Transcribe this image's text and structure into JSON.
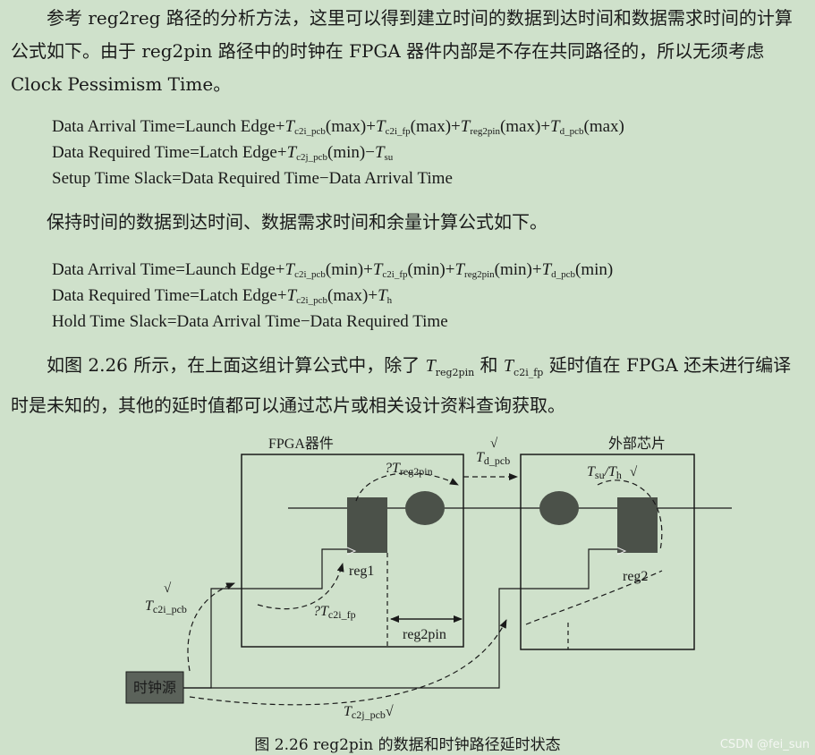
{
  "intro": {
    "p1": "参考 reg2reg 路径的分析方法，这里可以得到建立时间的数据到达时间和数据需求时间的计算公式如下。由于 reg2pin 路径中的时钟在 FPGA 器件内部是不存在共同路径的，所以无须考虑 Clock Pessimism Time。",
    "p2": "保持时间的数据到达时间、数据需求时间和余量计算公式如下。",
    "p3_a": "如图 2.26 所示，在上面这组计算公式中，除了",
    "p3_b": "和",
    "p3_c": "延时值在 FPGA 还未进行编译时是未知的，其他的延时值都可以通过芯片或相关设计资料查询获取。"
  },
  "setup": {
    "arrival_label": "Data Arrival Time",
    "launch_edge": "Launch Edge",
    "required_label": "Data Required Time",
    "latch_edge": "Latch Edge",
    "slack_label": "Setup Time Slack"
  },
  "hold": {
    "arrival_label": "Data Arrival Time",
    "launch_edge": "Launch Edge",
    "required_label": "Data Required Time",
    "latch_edge": "Latch Edge",
    "slack_label": "Hold Time Slack"
  },
  "symbols": {
    "T": "T",
    "c2i_pcb": "c2i_pcb",
    "c2i_fp": "c2i_fp",
    "reg2pin": "reg2pin",
    "d_pcb": "d_pcb",
    "c2j_pcb": "c2j_pcb",
    "su": "su",
    "h": "h",
    "max": "(max)",
    "min": "(min)",
    "eq": "=",
    "plus": "+",
    "minus": "−"
  },
  "diagram": {
    "fpga_label": "FPGA器件",
    "external_label": "外部芯片",
    "reg1": "reg1",
    "reg2": "reg2",
    "reg2pin_span": "reg2pin",
    "clock_source": "时钟源",
    "t_reg2pin_label": "?T",
    "t_reg2pin_sub": "reg2pin",
    "t_dpcb_label": "T",
    "t_dpcb_sub": "d_pcb",
    "t_dpcb_check": "√",
    "t_su_label": "T",
    "t_su_sub": "su",
    "t_h_label": "/T",
    "t_h_sub": "h",
    "t_suh_check": "√",
    "t_c2ipcb_label": "T",
    "t_c2ipcb_sub": "c2i_pcb",
    "t_c2ipcb_check": "√",
    "t_c2ifp_label": "?T",
    "t_c2ifp_sub": "c2i_fp",
    "t_c2jpcb_label": "T",
    "t_c2jpcb_sub": "c2j_pcb",
    "t_c2jpcb_check": "√"
  },
  "caption": "图 2.26    reg2pin 的数据和时钟路径延时状态",
  "watermark": "CSDN @fei_sun"
}
